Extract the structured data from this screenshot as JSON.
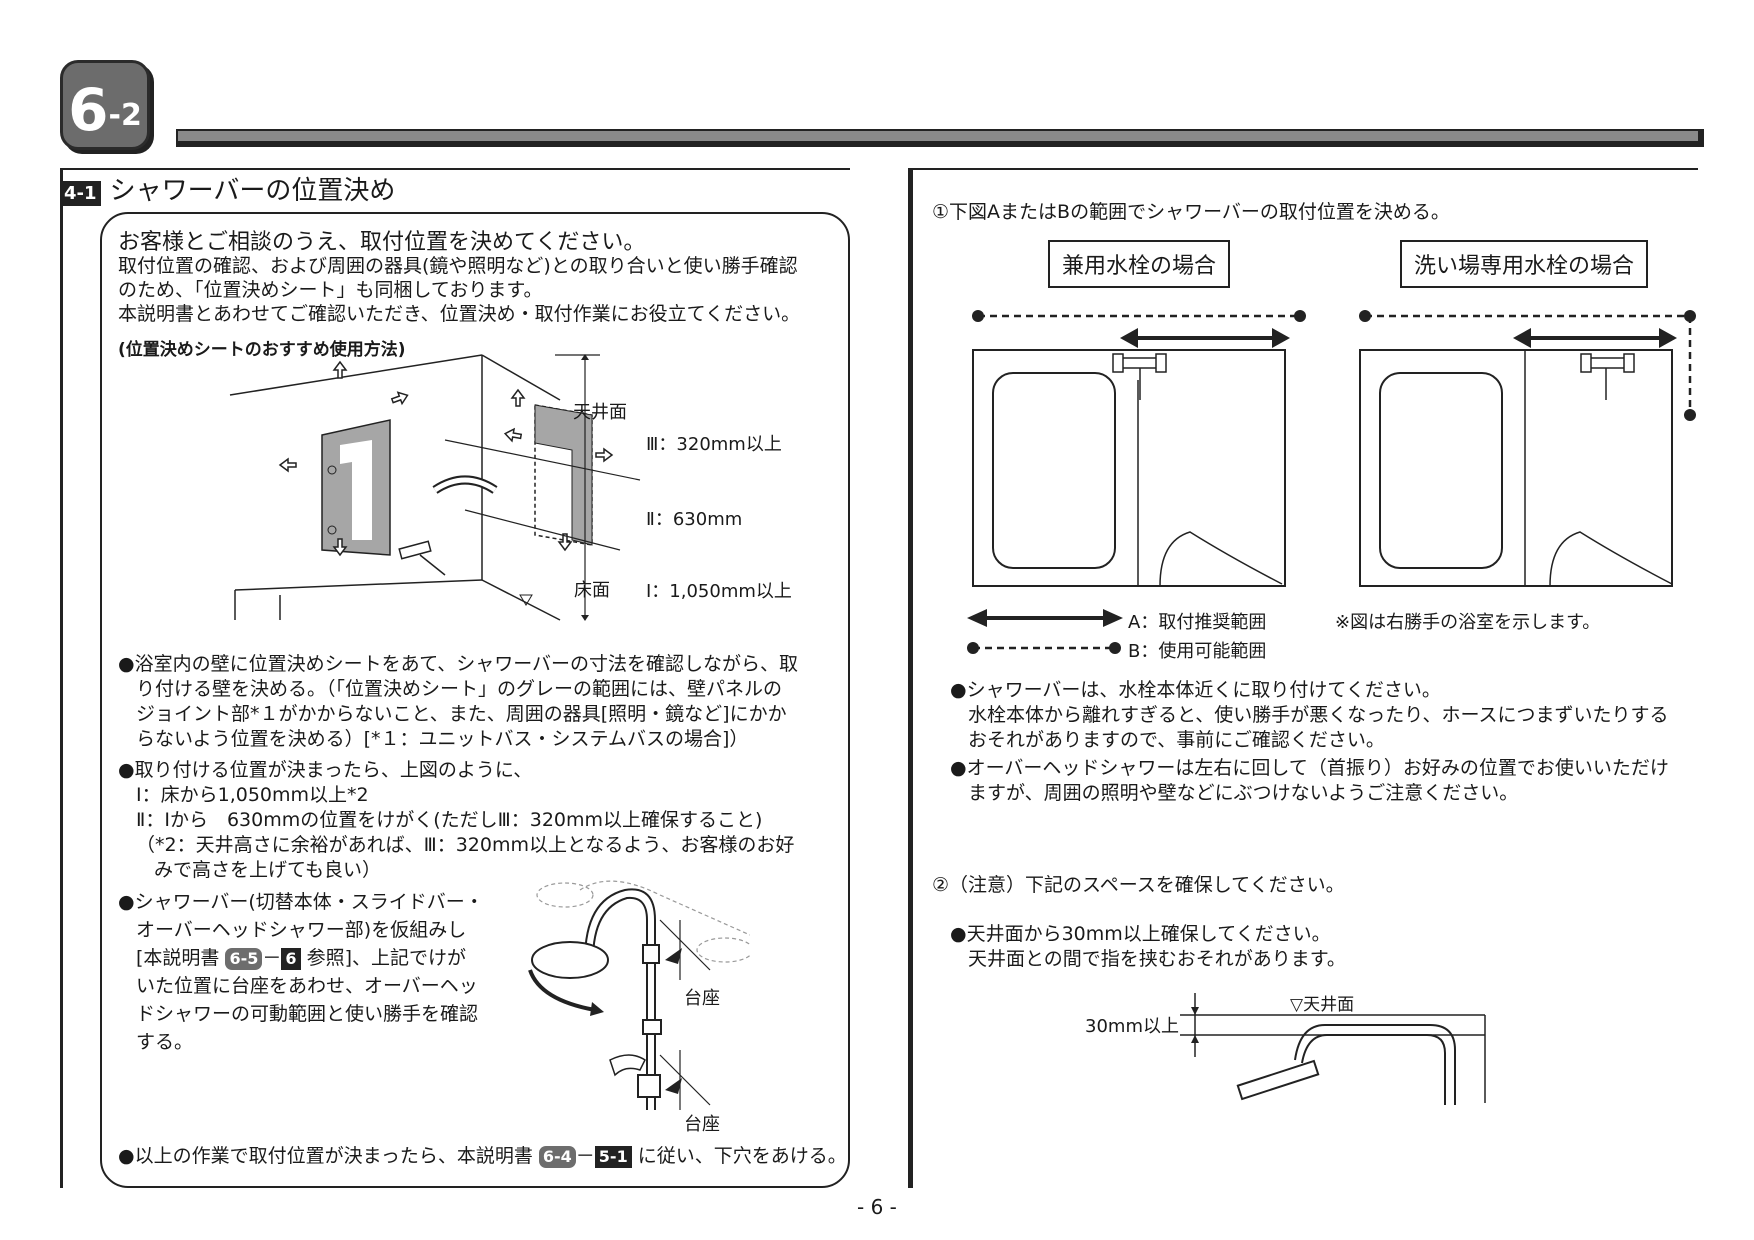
{
  "header": {
    "badge_main": "6",
    "badge_sub": "-2",
    "page_number": "- 6 -"
  },
  "left": {
    "section_number": "4-1",
    "section_title": "シャワーバーの位置決め",
    "box_heading": "お客様とご相談のうえ、取付位置を決めてください。",
    "intro_lines": [
      "取付位置の確認、および周囲の器具(鏡や照明など)との取り合いと使い勝手確認",
      "のため、「位置決めシート」も同梱しております。",
      "本説明書とあわせてご確認いただき、位置決め・取付作業にお役立てください。"
    ],
    "sheet_usage_label": "(位置決めシートのおすすめ使用方法)",
    "diagram_labels": {
      "ceiling": "天井面",
      "floor": "床面",
      "dim3": "Ⅲ：320mm以上",
      "dim2": "Ⅱ：630mm",
      "dim1": "Ⅰ：1,050mm以上"
    },
    "bullet1_lines": [
      "●浴室内の壁に位置決めシートをあて、シャワーバーの寸法を確認しながら、取",
      "り付ける壁を決める。（「位置決めシート」のグレーの範囲には、壁パネルの",
      "ジョイント部*１がかからないこと、また、周囲の器具[照明・鏡など]にかか",
      "らないよう位置を決める）[*１：ユニットバス・システムバスの場合]）"
    ],
    "bullet2_lines": [
      "●取り付ける位置が決まったら、上図のように、",
      "Ⅰ：床から1,050mm以上*2",
      "Ⅱ：Ⅰから　630mmの位置をけがく(ただしⅢ：320mm以上確保すること)",
      "（*2：天井高さに余裕があれば、Ⅲ：320mm以上となるよう、お客様のお好",
      "みで高さを上げても良い）"
    ],
    "bullet3": {
      "line1": "●シャワーバー(切替本体・スライドバー・",
      "line2": "オーバーヘッドシャワー部)を仮組みし",
      "line3_pre": "[本説明書",
      "ref_a": "6-5",
      "dash": "－",
      "ref_b": "6",
      "line3_post": "参照]、上記でけが",
      "line4": "いた位置に台座をあわせ、オーバーヘッ",
      "line5": "ドシャワーの可動範囲と使い勝手を確認",
      "line6": "する。"
    },
    "pedestal_label_1": "台座",
    "pedestal_label_2": "台座",
    "final": {
      "pre": "●以上の作業で取付位置が決まったら、本説明書",
      "ref_a": "6-4",
      "dash": "－",
      "ref_b": "5-1",
      "post": "に従い、下穴をあける。"
    }
  },
  "right": {
    "item1": "①下図AまたはBの範囲でシャワーバーの取付位置を決める。",
    "case_a": "兼用水栓の場合",
    "case_b": "洗い場専用水栓の場合",
    "legend_a": "A：取付推奨範囲",
    "legend_b": "B：使用可能範囲",
    "note": "※図は右勝手の浴室を示します。",
    "bullet_a_lines": [
      "●シャワーバーは、水栓本体近くに取り付けてください。",
      "水栓本体から離れすぎると、使い勝手が悪くなったり、ホースにつまずいたりする",
      "おそれがありますので、事前にご確認ください。"
    ],
    "bullet_b_lines": [
      "●オーバーヘッドシャワーは左右に回して（首振り）お好みの位置でお使いいただけ",
      "ますが、周囲の照明や壁などにぶつけないようご注意ください。"
    ],
    "item2": "②（注意）下記のスペースを確保してください。",
    "bullet_c_lines": [
      "●天井面から30mm以上確保してください。",
      "天井面との間で指を挟むおそれがあります。"
    ],
    "ceiling_label": "▽天井面",
    "clearance_label": "30mm以上"
  }
}
